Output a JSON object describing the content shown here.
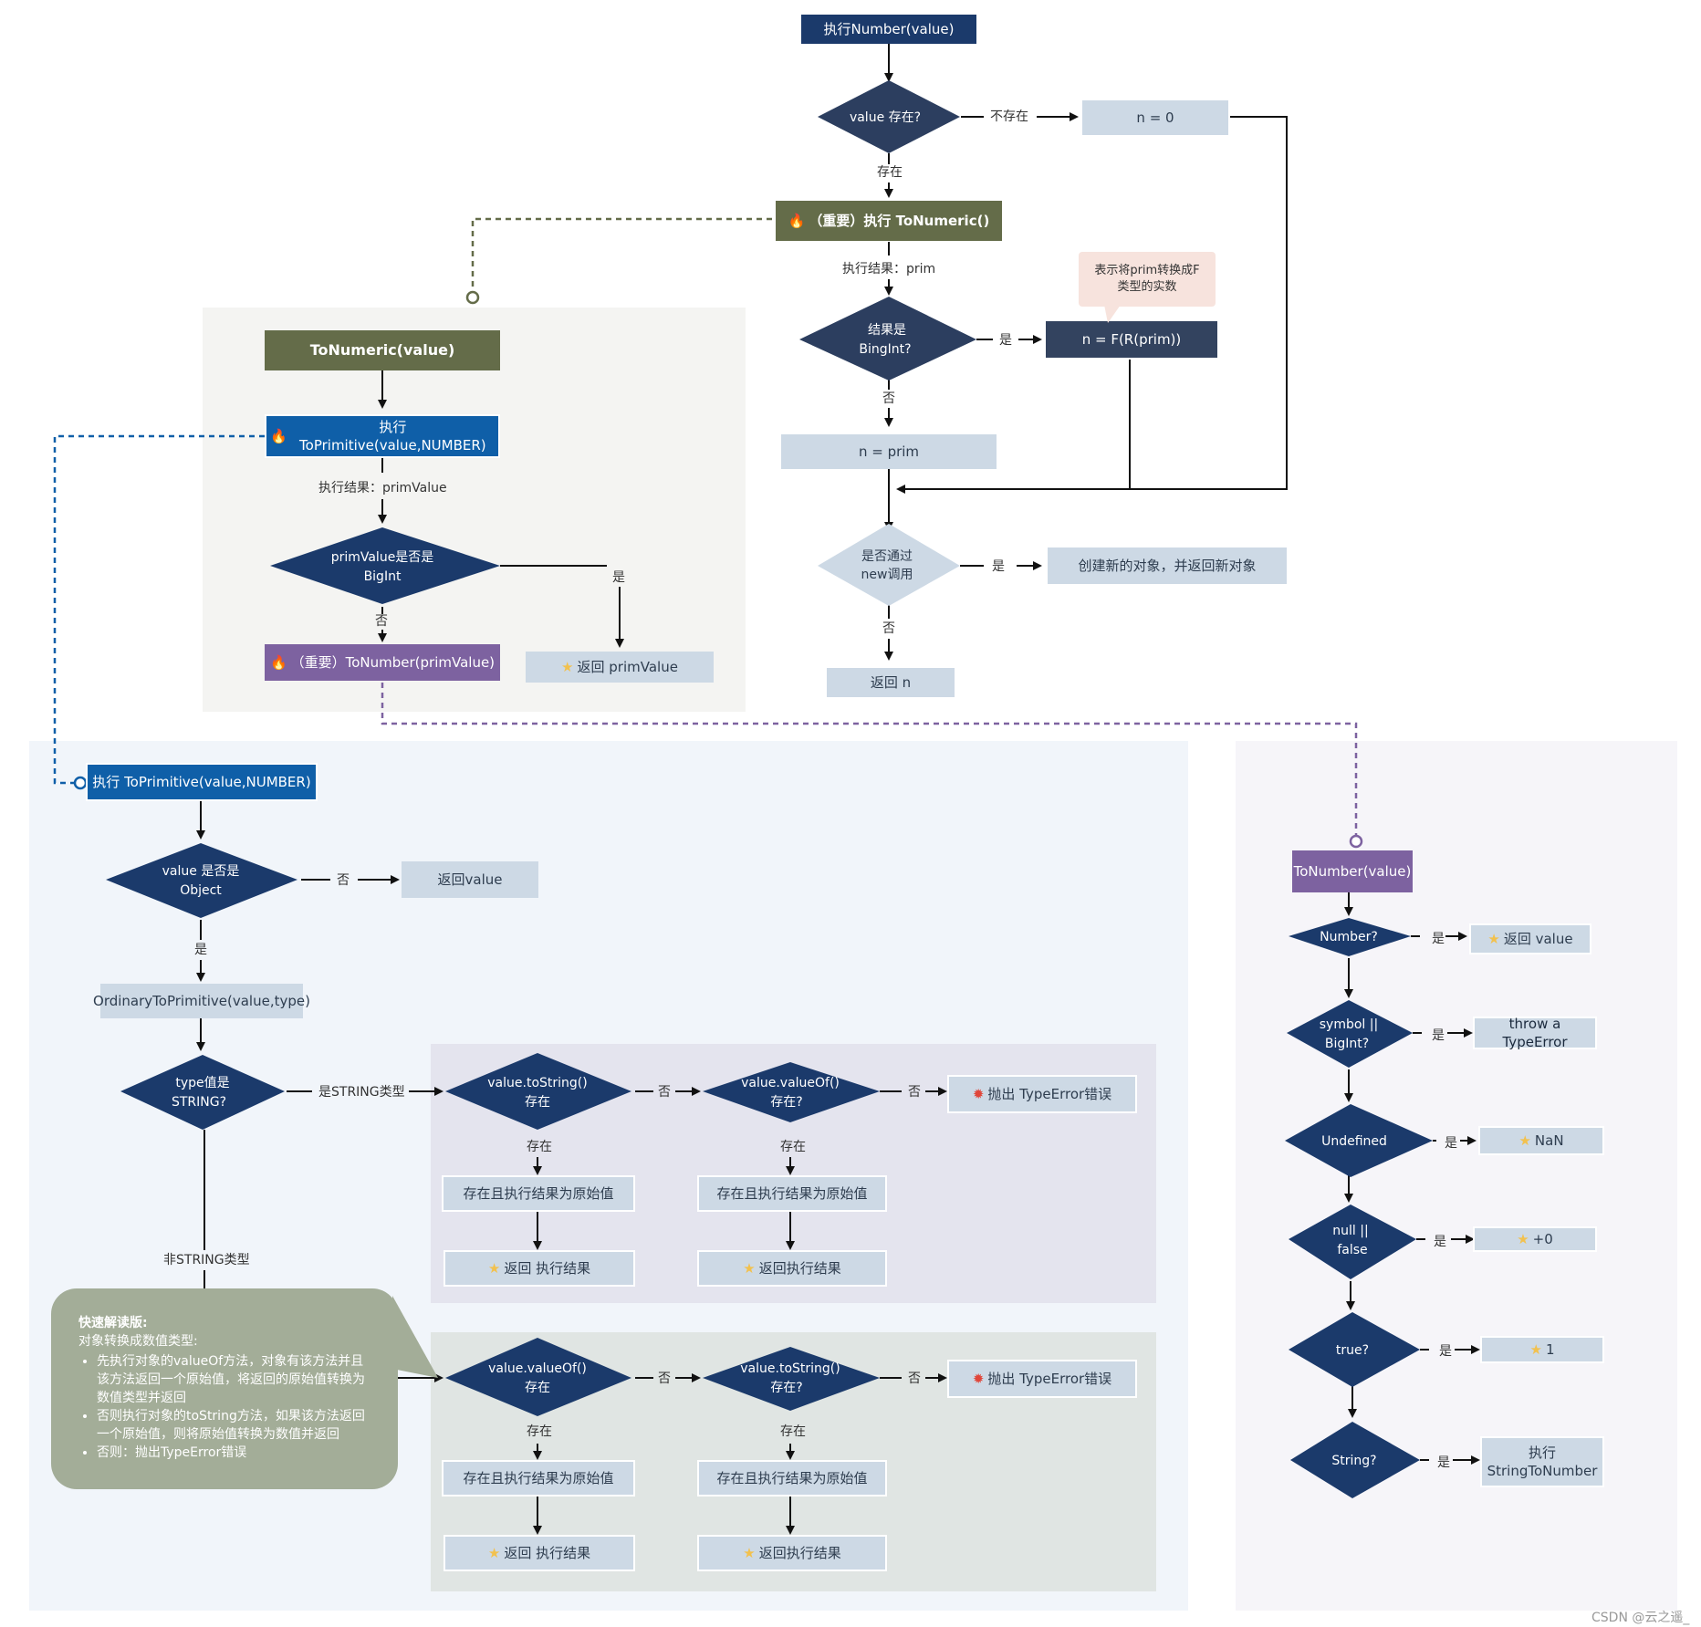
{
  "main_flow": {
    "start": "执行Number(value)",
    "value_exists_q": "value 存在?",
    "not_exist": "不存在",
    "n_zero": "n = 0",
    "exists": "存在",
    "to_numeric_call": "（重要）执行 ToNumeric()",
    "result_prim": "执行结果：prim",
    "bigint_q": "结果是\nBingInt?",
    "yes": "是",
    "no": "否",
    "n_f": "n = F(R(prim))",
    "note_f": "表示将prim转换成F\n类型的实数",
    "n_prim": "n = prim",
    "new_q": "是否通过\nnew调用",
    "create_obj": "创建新的对象，并返回新对象",
    "return_n": "返回 n"
  },
  "to_numeric": {
    "title": "ToNumeric(value)",
    "to_primitive_call": "执行 ToPrimitive(value,NUMBER)",
    "result_primvalue": "执行结果：primValue",
    "bigint_q": "primValue是否是\nBigInt",
    "yes": "是",
    "no": "否",
    "to_number_call": "（重要）ToNumber(primValue)",
    "return_primvalue": "返回 primValue"
  },
  "to_primitive": {
    "title": "执行 ToPrimitive(value,NUMBER)",
    "is_object_q": "value 是否是\nObject",
    "no": "否",
    "return_value": "返回value",
    "yes": "是",
    "ordinary": "OrdinaryToPrimitive(value,type)",
    "type_q": "type值是\nSTRING?",
    "is_string_type": "是STRING类型",
    "non_string_type": "非STRING类型",
    "tostring_exists_q": "value.toString()\n存在",
    "valueof_exists_q": "value.valueOf()\n存在?",
    "valueof_exists_q2": "value.valueOf()\n存在",
    "tostring_exists_q2": "value.toString()\n存在?",
    "exists": "存在",
    "no_label": "否",
    "primitive_result": "存在且执行结果为原始值",
    "return_result_a": "返回 执行结果",
    "return_result_b": "返回执行结果",
    "throw_type_error": "抛出 TypeError错误"
  },
  "quick_read": {
    "title": "快速解读版:",
    "subtitle": "对象转换成数值类型:",
    "items": [
      "先执行对象的valueOf方法，对象有该方法并且该方法返回一个原始值，将返回的原始值转换为数值类型并返回",
      "否则执行对象的toString方法，如果该方法返回一个原始值，则将原始值转换为数值并返回",
      "否则：抛出TypeError错误"
    ]
  },
  "to_number": {
    "title": "ToNumber(value)",
    "number_q": "Number?",
    "return_value": "返回 value",
    "symbol_q": "symbol ||\nBigInt?",
    "throw": "throw a TypeError",
    "undefined_q": "Undefined",
    "nan": "NaN",
    "null_q": "null ||\nfalse",
    "plus_zero": "+0",
    "true_q": "true?",
    "one": "1",
    "string_q": "String?",
    "string_to_number": "执行\nStringToNumber",
    "yes": "是"
  },
  "watermark": "CSDN @云之遥_",
  "colors": {
    "dark_node": "#1b3a6b",
    "light_node": "#cdd9e5",
    "olive": "#646c49",
    "purple": "#7d62a0",
    "blue": "#0f5fa8",
    "gray_panel": "#f4f4f2",
    "blue_panel": "#f1f5fa",
    "lavender_panel": "#e4e4ee",
    "sage_panel": "#e0e5e3",
    "bubble": "#a3ad98"
  }
}
